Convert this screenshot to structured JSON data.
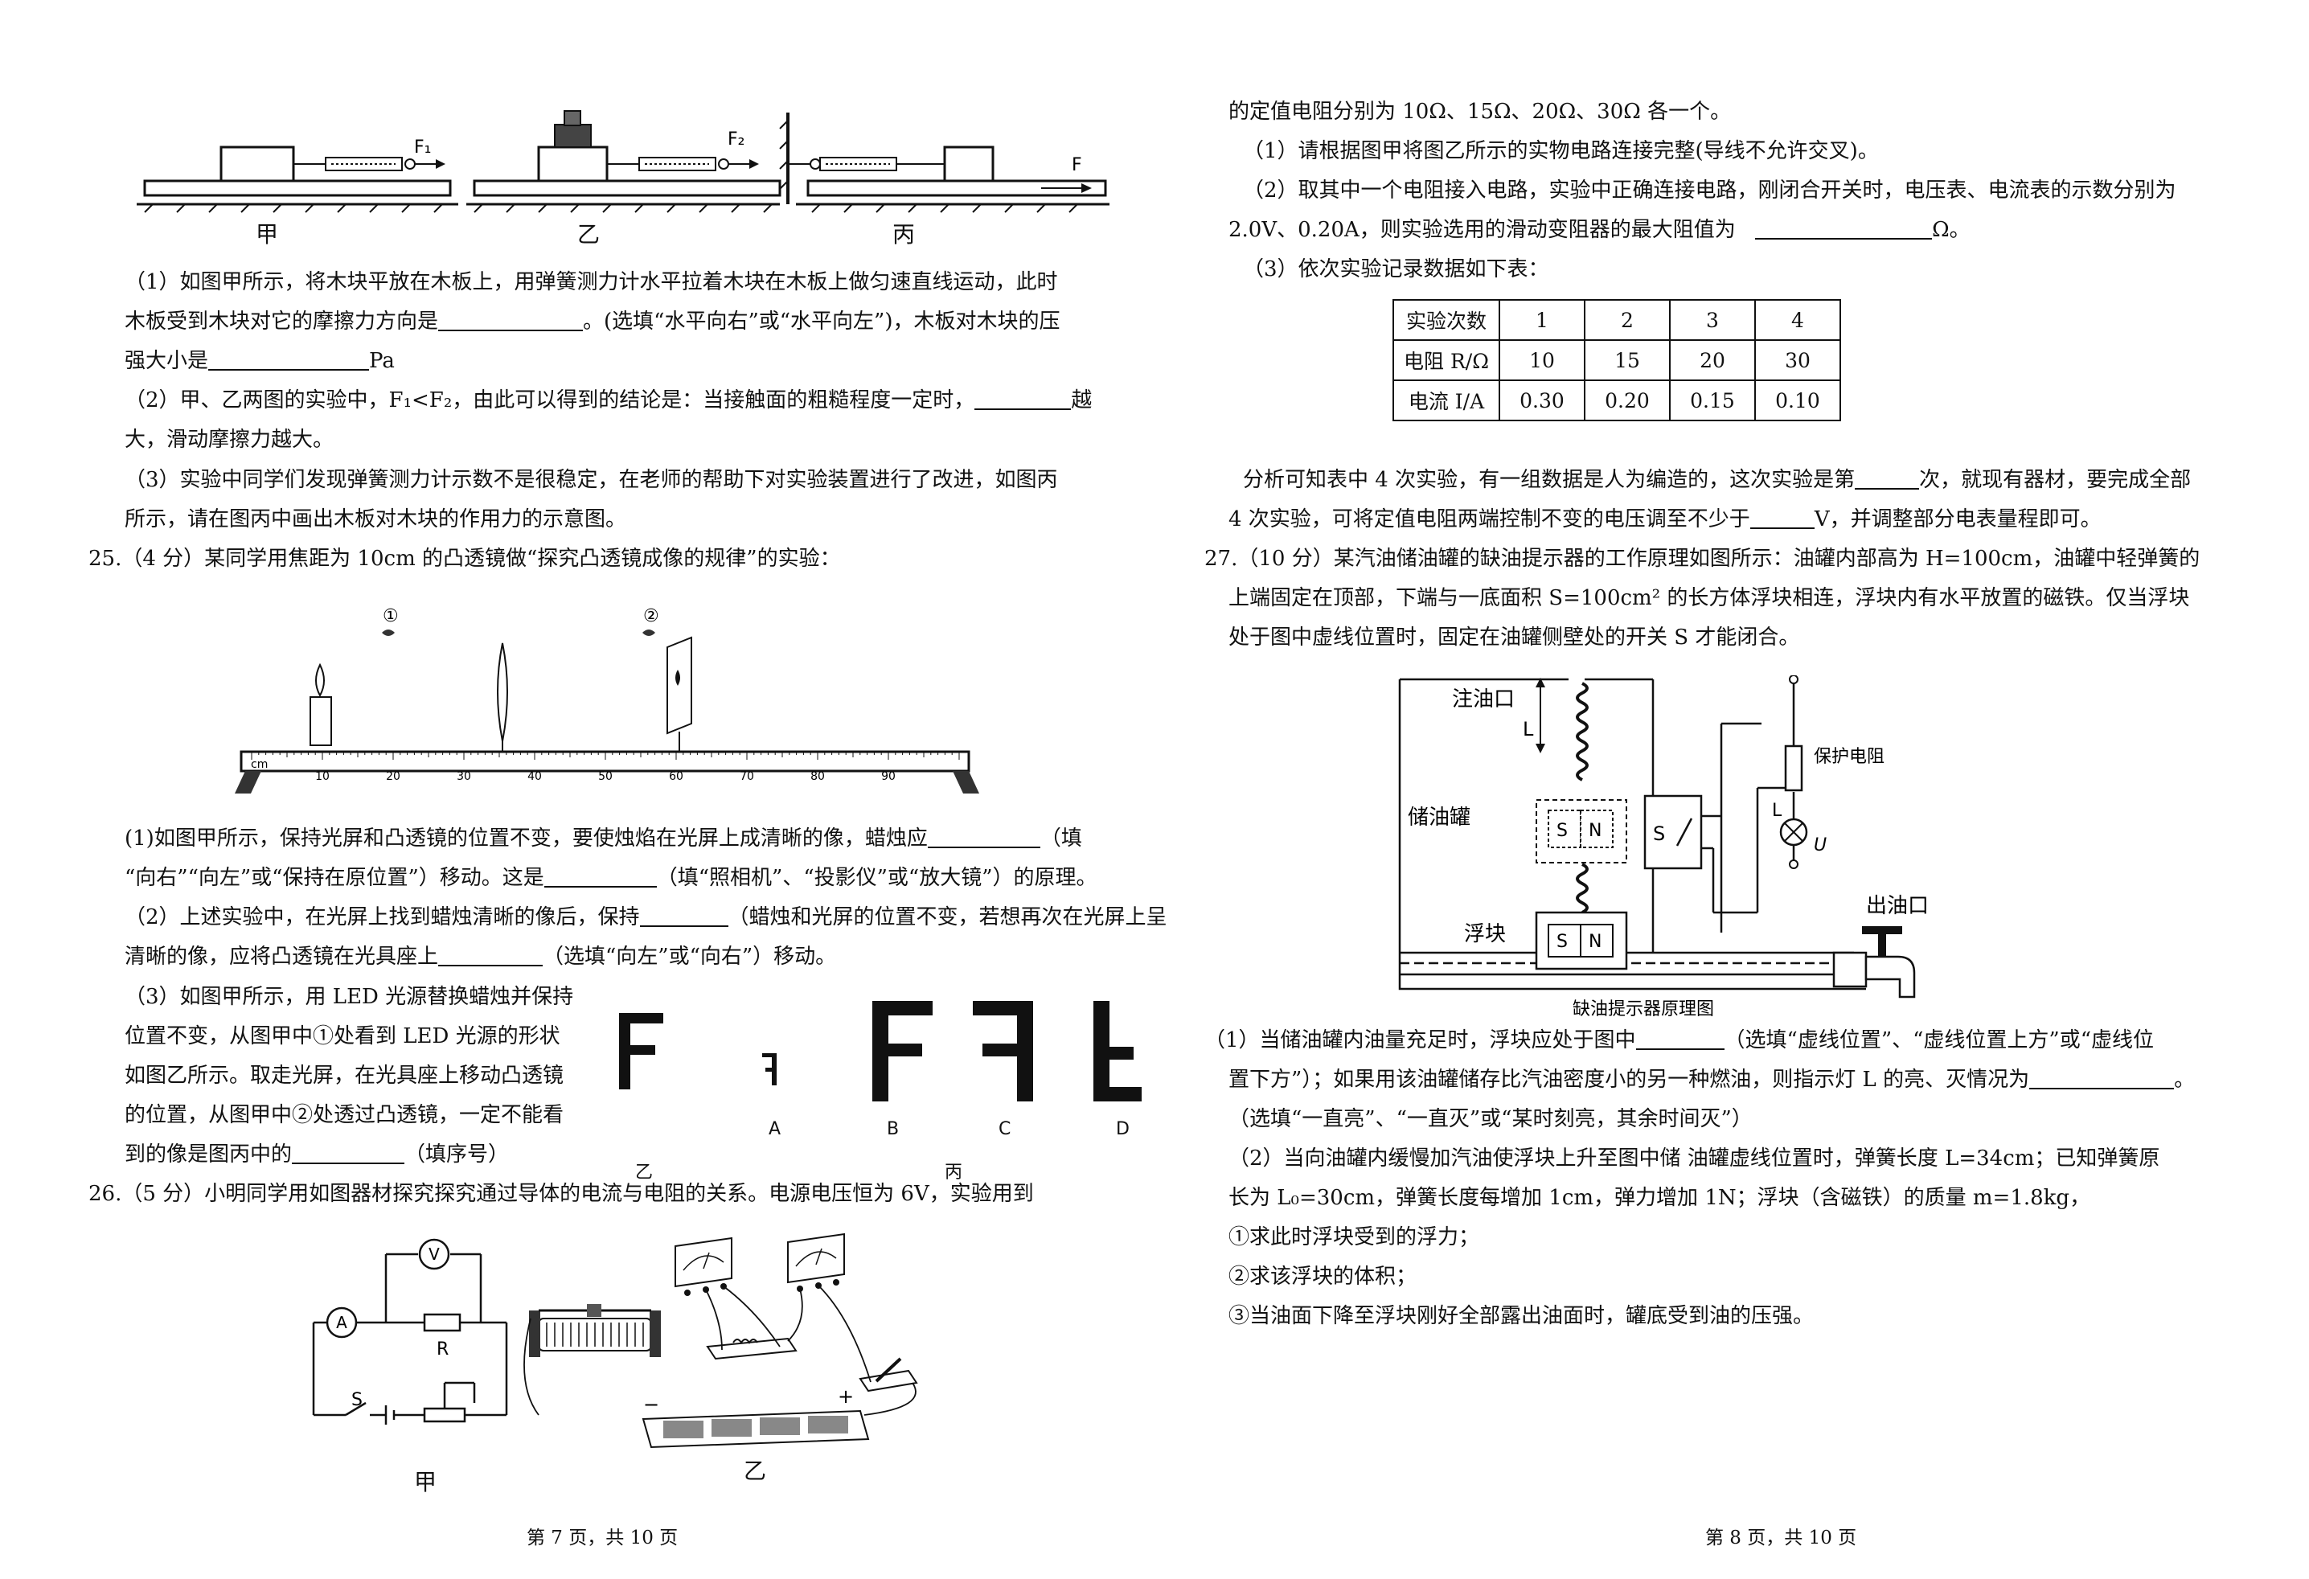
{
  "left": {
    "fig_friction": {
      "labels": [
        "甲",
        "乙",
        "丙"
      ],
      "forces": [
        "F₁",
        "F₂",
        "F"
      ]
    },
    "q24": {
      "p1_a": "（1）如图甲所示，将木块平放在木板上，用弹簧测力计水平拉着木块在木板上做匀速直线运动，此时",
      "p1_b": "木板受到木块对它的摩擦力方向是",
      "p1_c": "。(选填“水平向右”或“水平向左”)，木板对木块的压",
      "p1_d": "强大小是",
      "p1_e": "Pa",
      "p2_a": "（2）甲、乙两图的实验中，F₁<F₂，由此可以得到的结论是：当接触面的粗糙程度一定时，",
      "p2_b": "越",
      "p2_c": "大，滑动摩擦力越大。",
      "p3_a": "（3）实验中同学们发现弹簧测力计示数不是很稳定，在老师的帮助下对实验装置进行了改进，如图丙",
      "p3_b": "所示，请在图丙中画出木板对木块的作用力的示意图。"
    },
    "q25": {
      "title": "25.（4 分）某同学用焦距为 10cm 的凸透镜做“探究凸透镜成像的规律”的实验：",
      "bench": {
        "unit": "cm",
        "ticks": [
          "10",
          "20",
          "30",
          "40",
          "50",
          "60",
          "70",
          "80",
          "90"
        ],
        "markers": [
          "①",
          "②"
        ]
      },
      "p1_a": "(1)如图甲所示，保持光屏和凸透镜的位置不变，要使烛焰在光屏上成清晰的像，蜡烛应",
      "p1_b": "（填",
      "p1_c": "“向右”“向左”或“保持在原位置”）移动。这是",
      "p1_d": "（填“照相机”、“投影仪”或“放大镜”）的原理。",
      "p2_a": "（2）上述实验中，在光屏上找到蜡烛清晰的像后，保持",
      "p2_b": "（蜡烛和光屏的位置不变，若想再次在光屏上呈",
      "p2_c": "清晰的像，应将凸透镜在光具座上",
      "p2_d": "（选填“向左”或“向右”）移动。",
      "p3_a": "（3）如图甲所示，用 LED 光源替换蜡烛并保持",
      "p3_b": "位置不变，从图甲中①处看到 LED 光源的形状",
      "p3_c": "如图乙所示。取走光屏，在光具座上移动凸透镜",
      "p3_d": "的位置，从图甲中②处透过凸透镜，一定不能看",
      "p3_e": "到的像是图丙中的",
      "p3_f": "（填序号）",
      "fig_labels": [
        "乙",
        "丙"
      ],
      "options": [
        "A",
        "B",
        "C",
        "D"
      ]
    },
    "q26": {
      "title": "26.（5 分）小明同学用如图器材探究探究通过导体的电流与电阻的关系。电源电压恒为 6V，实验用到",
      "circuit_labels": [
        "V",
        "A",
        "R",
        "S"
      ],
      "fig_labels": [
        "甲",
        "乙"
      ],
      "battery_signs": [
        "−",
        "+"
      ]
    },
    "footer": "第 7 页，共 10 页"
  },
  "right": {
    "q26_cont": {
      "l1": "的定值电阻分别为 10Ω、15Ω、20Ω、30Ω 各一个。",
      "l2": "（1）请根据图甲将图乙所示的实物电路连接完整(导线不允许交叉)。",
      "l3": "（2）取其中一个电阻接入电路，实验中正确连接电路，刚闭合开关时，电压表、电流表的示数分别为",
      "l4_a": "2.0V、0.20A，则实验选用的滑动变阻器的最大阻值为",
      "l4_b": "Ω。",
      "l5": "（3）依次实验记录数据如下表：",
      "table": {
        "rows": [
          [
            "实验次数",
            "1",
            "2",
            "3",
            "4"
          ],
          [
            "电阻 R/Ω",
            "10",
            "15",
            "20",
            "30"
          ],
          [
            "电流 I/A",
            "0.30",
            "0.20",
            "0.15",
            "0.10"
          ]
        ]
      },
      "l6_a": "分析可知表中 4 次实验，有一组数据是人为编造的，这次实验是第",
      "l6_b": "次，就现有器材，要完成全部",
      "l7_a": "4 次实验，可将定值电阻两端控制不变的电压调至不少于",
      "l7_b": "V，并调整部分电表量程即可。"
    },
    "q27": {
      "t1": "27.（10 分）某汽油储油罐的缺油提示器的工作原理如图所示：油罐内部高为 H=100cm，油罐中轻弹簧的",
      "t2": "上端固定在顶部，下端与一底面积 S=100cm² 的长方体浮块相连，浮块内有水平放置的磁铁。仅当浮块",
      "t3": "处于图中虚线位置时，固定在油罐侧壁处的开关 S 才能闭合。",
      "diagram": {
        "inlet": "注油口",
        "tank": "储油罐",
        "float": "浮块",
        "resistor": "保护电阻",
        "outlet": "出油口",
        "caption": "缺油提示器原理图",
        "L": "L",
        "S": "S",
        "N": "N",
        "lamp": "L",
        "U": "U"
      },
      "p1_a": "（1）当储油罐内油量充足时，浮块应处于图中",
      "p1_b": "（选填“虚线位置”、“虚线位置上方”或“虚线位",
      "p1_c": "置下方”）；如果用该油罐储存比汽油密度小的另一种燃油，则指示灯 L 的亮、灭情况为",
      "p1_d": "。",
      "p1_e": "（选填“一直亮”、“一直灭”或“某时刻亮，其余时间灭”）",
      "p2_a": "（2）当向油罐内缓慢加汽油使浮块上升至图中储 油罐虚线位置时，弹簧长度 L=34cm；已知弹簧原",
      "p2_b": "长为 L₀=30cm，弹簧长度每增加 1cm，弹力增加 1N；浮块（含磁铁）的质量 m=1.8kg，",
      "s1": "①求此时浮块受到的浮力；",
      "s2": "②求该浮块的体积；",
      "s3": "③当油面下降至浮块刚好全部露出油面时，罐底受到油的压强。"
    },
    "footer": "第 8 页，共 10 页"
  }
}
